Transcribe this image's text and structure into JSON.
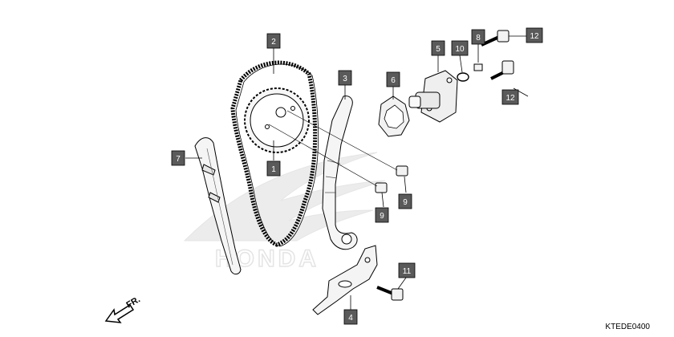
{
  "diagram": {
    "code": "KTEDE0400",
    "direction_label": "FR.",
    "watermark_text": "HONDA",
    "colors": {
      "callout_fill": "#5a5a5a",
      "line": "#000000",
      "watermark": "#d8d8d8",
      "part_fill": "#f4f4f4"
    },
    "callouts": [
      {
        "id": "c2",
        "label": "2"
      },
      {
        "id": "c3",
        "label": "3"
      },
      {
        "id": "c6",
        "label": "6"
      },
      {
        "id": "c5",
        "label": "5"
      },
      {
        "id": "c10",
        "label": "10"
      },
      {
        "id": "c8",
        "label": "8"
      },
      {
        "id": "c12a",
        "label": "12"
      },
      {
        "id": "c12b",
        "label": "12"
      },
      {
        "id": "c7",
        "label": "7"
      },
      {
        "id": "c1",
        "label": "1"
      },
      {
        "id": "c9a",
        "label": "9"
      },
      {
        "id": "c9b",
        "label": "9"
      },
      {
        "id": "c11",
        "label": "11"
      },
      {
        "id": "c4",
        "label": "4"
      }
    ]
  }
}
